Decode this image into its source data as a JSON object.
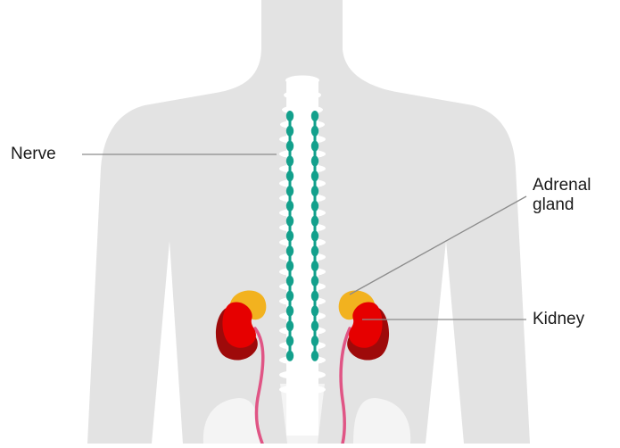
{
  "labels": {
    "nerve": "Nerve",
    "adrenal_line1": "Adrenal",
    "adrenal_line2": "gland",
    "kidney": "Kidney"
  },
  "colors": {
    "body": "#e3e3e3",
    "spine": "#ffffff",
    "nerve": "#13a08c",
    "adrenal": "#f2b21f",
    "kidney": "#e60000",
    "kidney_dark": "#9e0a0a",
    "ureter": "#e05585",
    "leader_line": "#8c8c8c"
  },
  "icons": {
    "figure": "human-torso-back-view",
    "organs": "kidney-adrenal-pair"
  }
}
